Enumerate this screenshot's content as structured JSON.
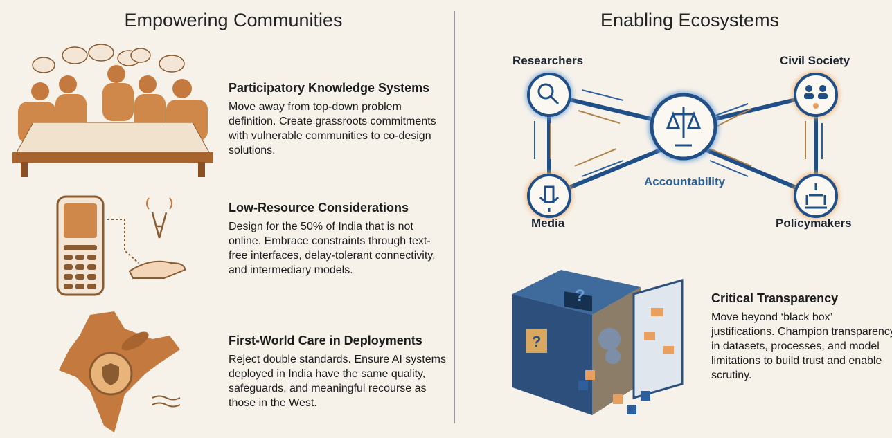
{
  "left": {
    "title": "Empowering Communities",
    "items": [
      {
        "heading": "Participatory Knowledge Systems",
        "body": "Move away from top-down problem definition. Create grassroots commitments with vulnerable communities to co-design solutions."
      },
      {
        "heading": "Low-Resource Considerations",
        "body": "Design for the 50% of India that is not online. Embrace constraints through text-free interfaces, delay-tolerant connectivity, and intermediary models."
      },
      {
        "heading": "First-World Care in Deployments",
        "body": "Reject double standards. Ensure AI systems deployed in India have the same quality, safeguards, and meaningful recourse as those in the West."
      }
    ]
  },
  "right": {
    "title": "Enabling Ecosystems",
    "diagram": {
      "center": "Accountability",
      "nodes": [
        "Researchers",
        "Civil Society",
        "Media",
        "Policymakers"
      ]
    },
    "item": {
      "heading": "Critical Transparency",
      "body": "Move beyond ‘black box’ justifications. Champion transparency in datasets, processes, and model limitations to build trust and enable scrutiny."
    }
  },
  "colors": {
    "blue": "#1f4f86",
    "orange": "#c07a3a",
    "bg": "#f6f2ea"
  }
}
